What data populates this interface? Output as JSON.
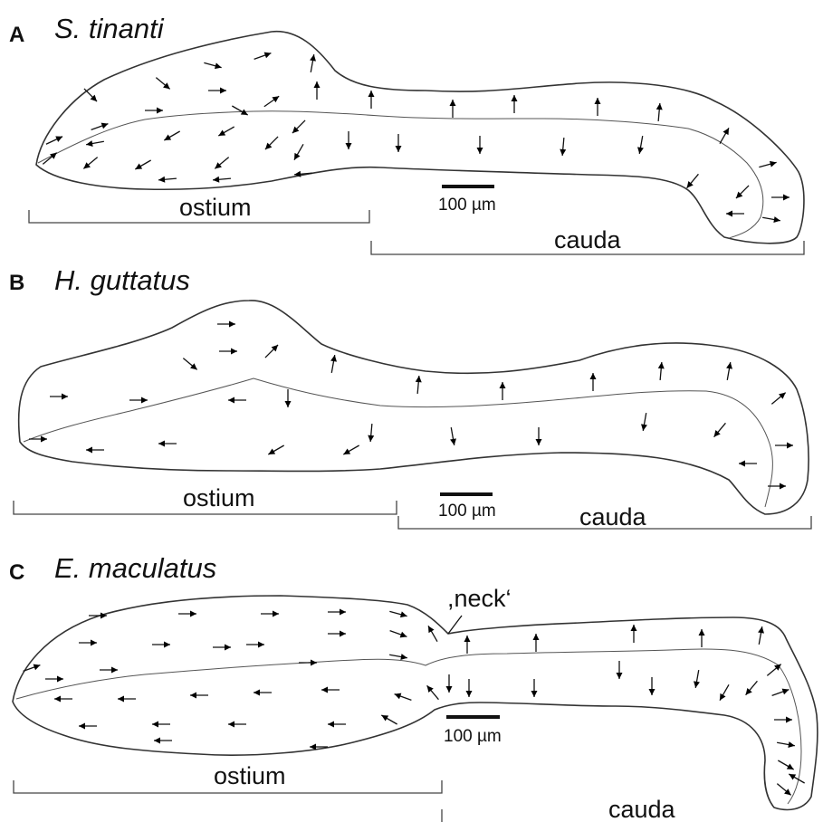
{
  "panels": [
    {
      "letter": "A",
      "species": "S. tinanti",
      "left_region": "ostium",
      "right_region": "cauda",
      "scale": "100 µm"
    },
    {
      "letter": "B",
      "species": "H. guttatus",
      "left_region": "ostium",
      "right_region": "cauda",
      "scale": "100 µm"
    },
    {
      "letter": "C",
      "species": "E. maculatus",
      "left_region": "ostium",
      "right_region": "cauda",
      "scale": "100 µm",
      "annotation": ",neck‘"
    }
  ]
}
